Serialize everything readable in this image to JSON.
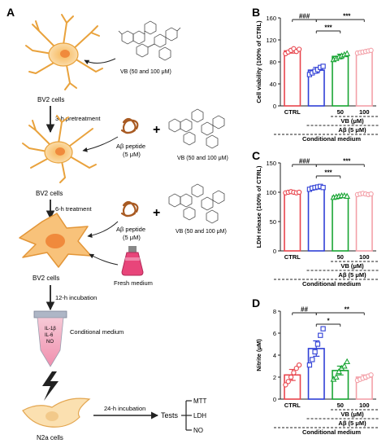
{
  "panel_letters": {
    "a": "A",
    "b": "B",
    "c": "C",
    "d": "D"
  },
  "schematic": {
    "bv2_label": "BV2 cells",
    "vb_text": "VB (50 and 100 μM)",
    "step1": "3-h pretreatment",
    "step2": "6-h treatment",
    "step3": "12-h incubation",
    "step4": "24-h incubation",
    "abeta_line1": "Aβ peptide",
    "abeta_line2": "(5 μM)",
    "plus": "+",
    "fresh_medium": "Fresh medium",
    "conditional_medium": "Conditional medium",
    "tube_text": [
      "IL-1β",
      "IL-6",
      "NO"
    ],
    "n2a_label": "N2a cells",
    "tests": "Tests",
    "test_items": [
      "MTT",
      "LDH",
      "NO"
    ]
  },
  "colors": {
    "ctrl": "#e8454d",
    "abeta": "#2f3fd6",
    "vb50": "#19a534",
    "vb100": "#f3a0a8",
    "axis": "#222222"
  },
  "chart_data": [
    {
      "type": "bar",
      "panel": "B",
      "ylabel": "Cell viability (100% of CTRL)",
      "ylim": [
        0,
        160
      ],
      "yticks": [
        0,
        40,
        80,
        120,
        160
      ],
      "categories": [
        "CTRL",
        "Aβ",
        "50",
        "100"
      ],
      "values": [
        100,
        65,
        90,
        99
      ],
      "errors": [
        4,
        5,
        4,
        2
      ],
      "points": [
        [
          95,
          98,
          101,
          104,
          99,
          103
        ],
        [
          57,
          60,
          63,
          66,
          70,
          72
        ],
        [
          84,
          86,
          89,
          91,
          93,
          95
        ],
        [
          96,
          97,
          98,
          99,
          100,
          101
        ]
      ],
      "markers": [
        "circle",
        "square",
        "triangle",
        "circle"
      ],
      "significance": [
        {
          "from": 0,
          "to": 1,
          "label": "###"
        },
        {
          "from": 1,
          "to": 2,
          "label": "***"
        },
        {
          "from": 1,
          "to": 3,
          "label": "***"
        }
      ],
      "x_labels": {
        "ctrl": "CTRL",
        "vb50": "50",
        "vb100": "100",
        "vb": "VB (μM)",
        "abeta": "Aβ (5 μM)",
        "cm": "Conditional medium"
      }
    },
    {
      "type": "bar",
      "panel": "C",
      "ylabel": "LDH release (100% of CTRL)",
      "ylim": [
        0,
        150
      ],
      "yticks": [
        0,
        50,
        100,
        150
      ],
      "categories": [
        "CTRL",
        "Aβ",
        "50",
        "100"
      ],
      "values": [
        100,
        108,
        93,
        97
      ],
      "errors": [
        1.5,
        2,
        1.5,
        1
      ],
      "points": [
        [
          99,
          100,
          101,
          100,
          99,
          100
        ],
        [
          105,
          107,
          108,
          109,
          110,
          108
        ],
        [
          91,
          92,
          93,
          94,
          94,
          93
        ],
        [
          96,
          97,
          98,
          97,
          96,
          97
        ]
      ],
      "markers": [
        "circle",
        "square",
        "triangle",
        "circle"
      ],
      "significance": [
        {
          "from": 0,
          "to": 1,
          "label": "###"
        },
        {
          "from": 1,
          "to": 2,
          "label": "***"
        },
        {
          "from": 1,
          "to": 3,
          "label": "***"
        }
      ],
      "x_labels": {
        "ctrl": "CTRL",
        "vb50": "50",
        "vb100": "100",
        "vb": "VB (μM)",
        "abeta": "Aβ (5 μM)",
        "cm": "Conditional medium"
      }
    },
    {
      "type": "bar",
      "panel": "D",
      "ylabel": "Nitrite (μM)",
      "ylim": [
        0,
        8
      ],
      "yticks": [
        0,
        2,
        4,
        6,
        8
      ],
      "categories": [
        "CTRL",
        "Aβ",
        "50",
        "100"
      ],
      "values": [
        2.2,
        4.6,
        2.6,
        2.0
      ],
      "errors": [
        0.5,
        0.7,
        0.4,
        0.2
      ],
      "points": [
        [
          1.3,
          1.6,
          2.0,
          2.4,
          2.8,
          3.1
        ],
        [
          3.1,
          3.6,
          4.3,
          5.0,
          5.8,
          6.4
        ],
        [
          1.8,
          2.0,
          2.5,
          2.8,
          3.0,
          3.4
        ],
        [
          1.7,
          1.8,
          1.9,
          2.0,
          2.1,
          2.2
        ]
      ],
      "markers": [
        "circle",
        "square",
        "triangle",
        "circle"
      ],
      "significance": [
        {
          "from": 0,
          "to": 1,
          "label": "##"
        },
        {
          "from": 1,
          "to": 2,
          "label": "*"
        },
        {
          "from": 1,
          "to": 3,
          "label": "**"
        }
      ],
      "x_labels": {
        "ctrl": "CTRL",
        "vb50": "50",
        "vb100": "100",
        "vb": "VB (μM)",
        "abeta": "Aβ (5 μM)",
        "cm": "Conditional medium"
      }
    }
  ]
}
